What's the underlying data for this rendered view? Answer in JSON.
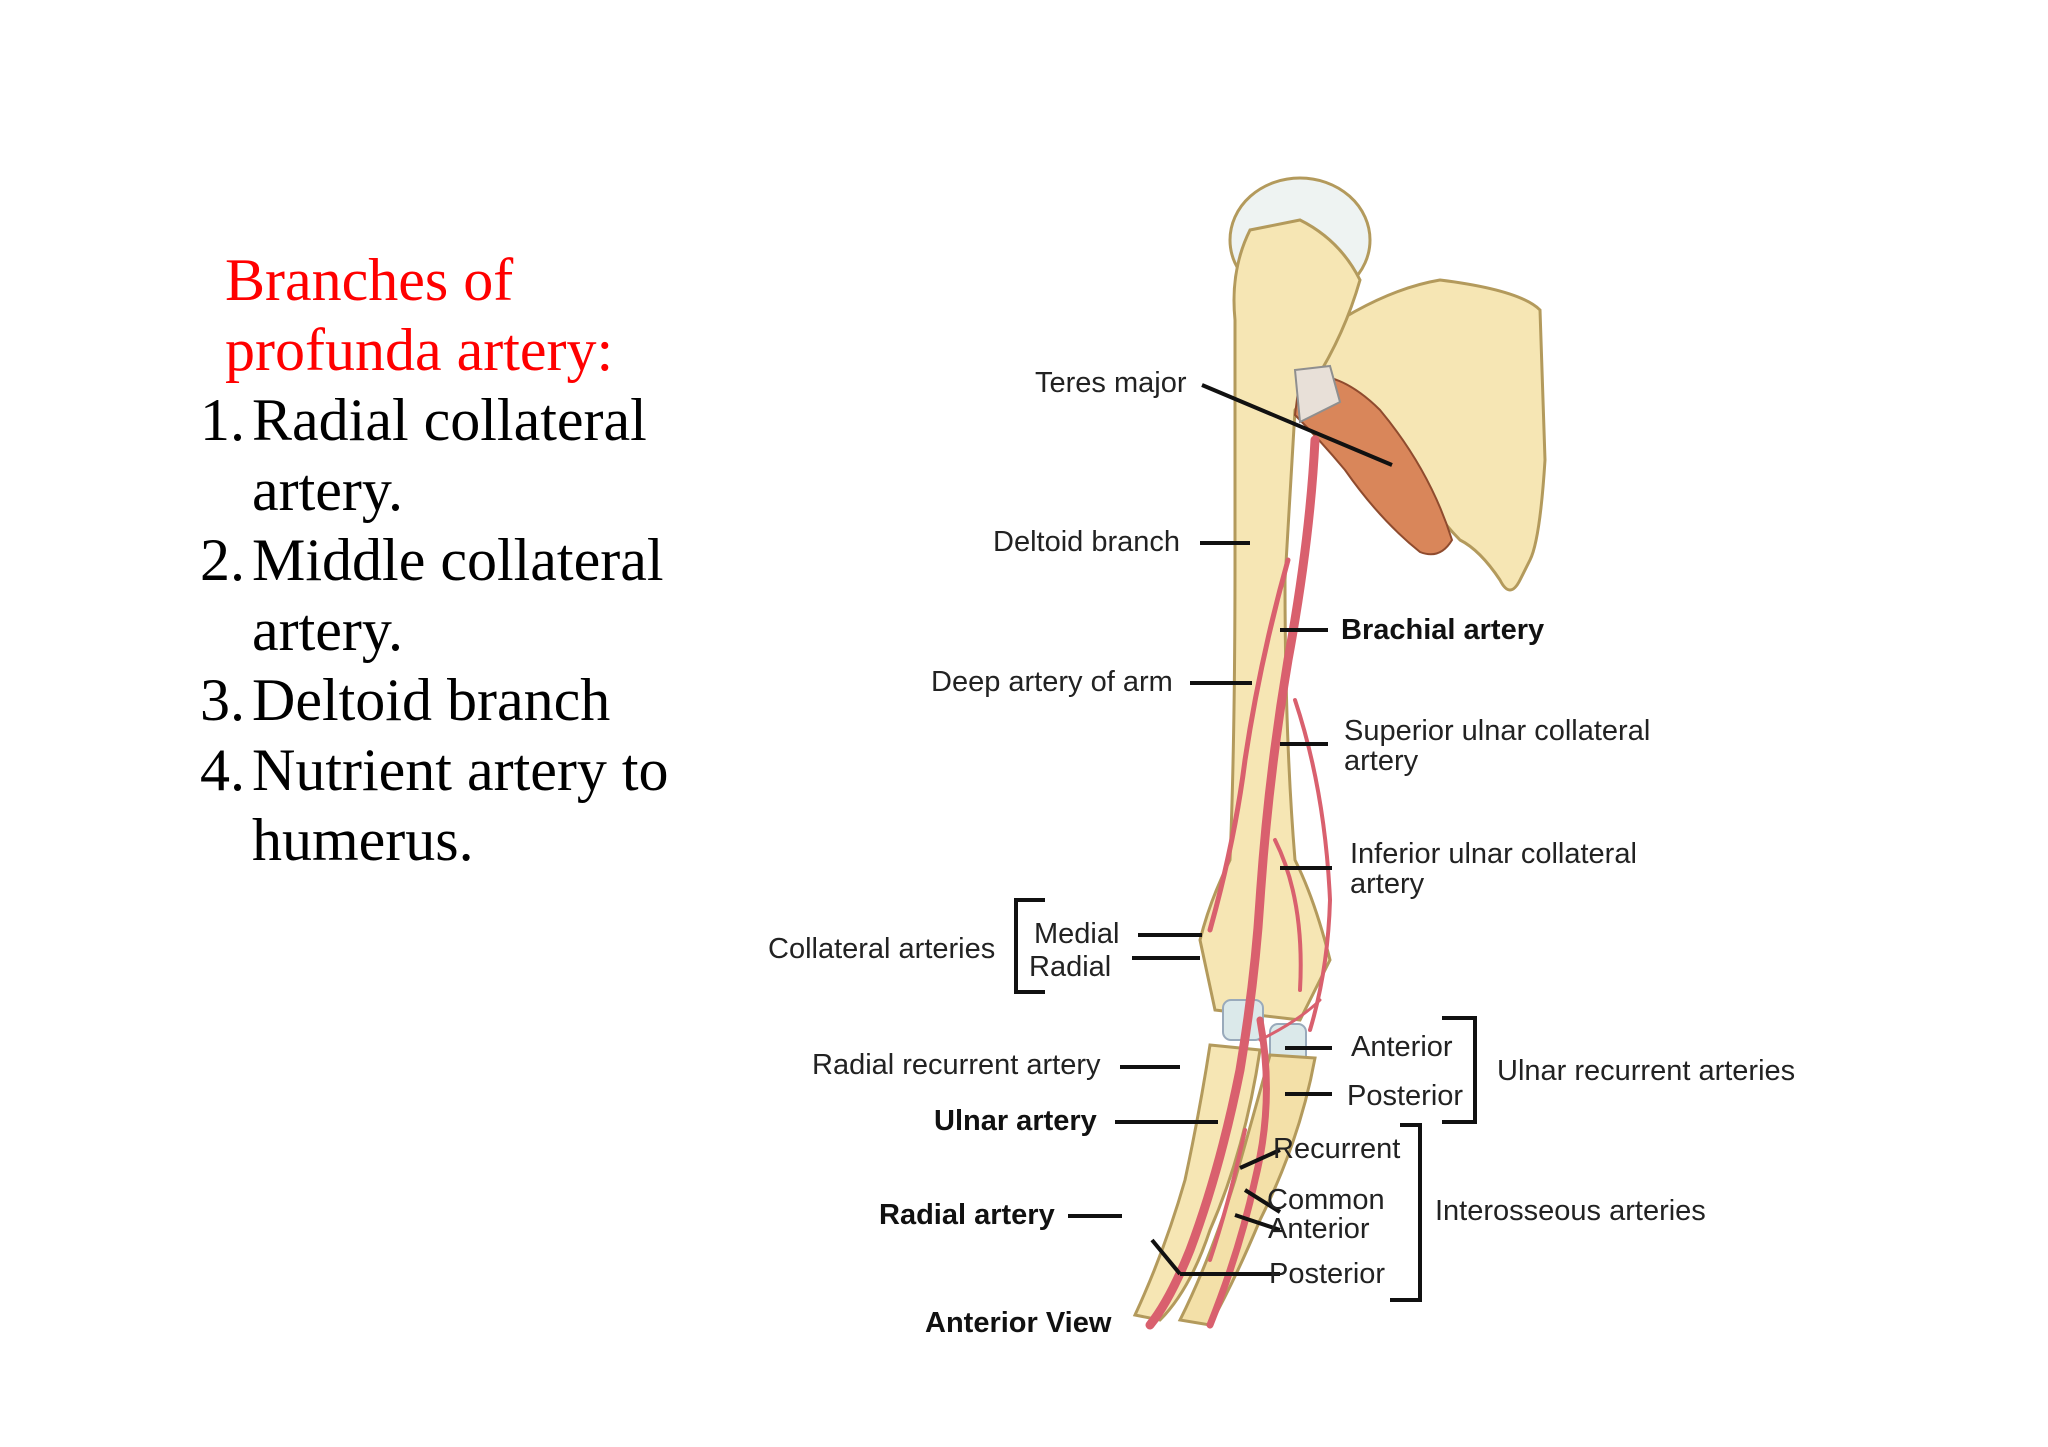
{
  "left_panel": {
    "heading_lines": [
      "Branches of",
      "profunda artery:"
    ],
    "items": [
      {
        "num": "1.",
        "lines": [
          "Radial collateral",
          "artery."
        ]
      },
      {
        "num": "2.",
        "lines": [
          "Middle collateral",
          "artery."
        ]
      },
      {
        "num": "3.",
        "lines": [
          "Deltoid branch"
        ]
      },
      {
        "num": "4.",
        "lines": [
          "Nutrient artery to",
          "humerus."
        ]
      }
    ]
  },
  "diagram": {
    "labels": {
      "teres_major": "Teres major",
      "deltoid_branch": "Deltoid branch",
      "brachial_artery": "Brachial artery",
      "deep_artery_of_arm": "Deep artery of arm",
      "superior_ulnar_collateral_1": "Superior ulnar collateral",
      "superior_ulnar_collateral_2": "artery",
      "inferior_ulnar_collateral_1": "Inferior ulnar collateral",
      "inferior_ulnar_collateral_2": "artery",
      "collateral_arteries": "Collateral arteries",
      "medial": "Medial",
      "radial": "Radial",
      "radial_recurrent_artery": "Radial recurrent artery",
      "anterior": "Anterior",
      "posterior": "Posterior",
      "ulnar_recurrent_arteries": "Ulnar recurrent arteries",
      "ulnar_artery": "Ulnar artery",
      "recurrent": "Recurrent",
      "common": "Common",
      "anterior_2": "Anterior",
      "interosseous_arteries": "Interosseous arteries",
      "radial_artery": "Radial artery",
      "posterior_2": "Posterior",
      "anterior_view": "Anterior View"
    },
    "colors": {
      "bone": "#f6e6b4",
      "bone_outline": "#b39a5c",
      "artery": "#d9606e",
      "muscle": "#d9865a",
      "heading": "#ff0000"
    }
  }
}
